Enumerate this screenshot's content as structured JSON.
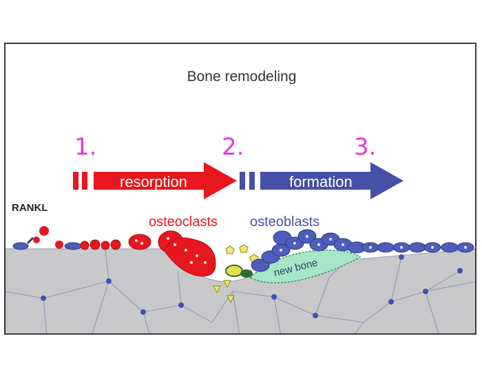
{
  "diagram": {
    "title": "Bone remodeling",
    "steps": [
      "1.",
      "2.",
      "3."
    ],
    "arrows": {
      "resorption": "resorption",
      "formation": "formation"
    },
    "cells": {
      "osteoclasts": "osteoclasts",
      "osteoblasts": "osteoblasts",
      "rankl": "RANKL",
      "new_bone": "new bone"
    }
  },
  "colors": {
    "resorption": "#e8161e",
    "formation": "#4650a6",
    "step_numbers": "#e33ad6",
    "bone": "#c9c9cb",
    "osteocyte": "#3f52b0",
    "new_bone": "#a8e6c8",
    "signal": "#d8d24a"
  }
}
